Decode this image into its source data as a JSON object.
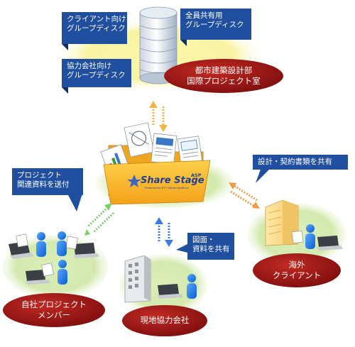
{
  "server_group": {
    "tags": {
      "client": [
        "クライアント向け",
        "グループディスク"
      ],
      "all_staff": [
        "全員共有用",
        "グループディスク"
      ],
      "partner": [
        "協力会社向け",
        "グループディスク"
      ]
    },
    "label": [
      "都市建築設計部",
      "国際プロジェクト室"
    ]
  },
  "hub": {
    "logo_text": "Share Stage",
    "logo_super": "ASP",
    "logo_sub": "Produced by NTT Communications"
  },
  "callouts": {
    "send_docs": [
      "プロジェクト",
      "関連資料を送付"
    ],
    "share_contracts": [
      "設計・契約書類を共有"
    ],
    "share_drawings": [
      "図面・",
      "資料を共有"
    ]
  },
  "nodes": {
    "members": [
      "自社プロジェクト",
      "メンバー"
    ],
    "site_partner": [
      "現地協力会社"
    ],
    "overseas_client": [
      "海外",
      "クライアント"
    ]
  },
  "colors": {
    "blue_tag": "#1f4f9e",
    "red_oval": "#a01515",
    "green_island": "#cfe6a4",
    "yellow_glow": "#f7f29a"
  }
}
